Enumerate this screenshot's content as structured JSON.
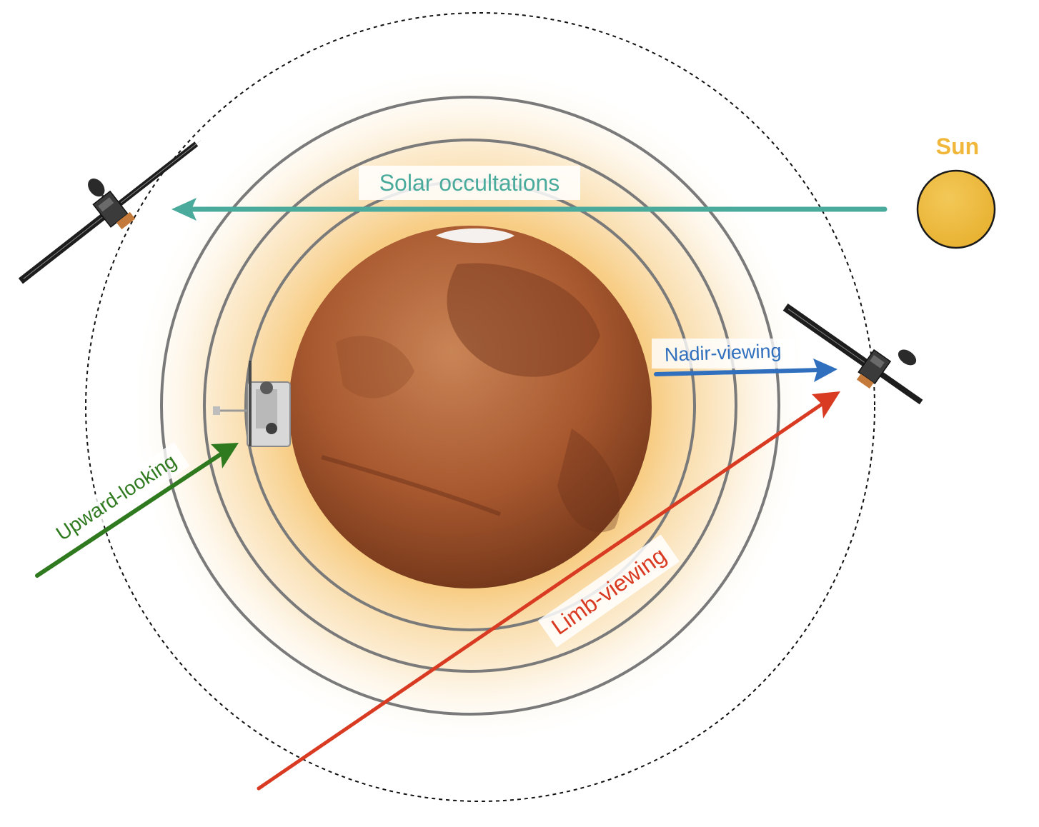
{
  "labels": {
    "sun": "Sun",
    "solar_occultations": "Solar occultations",
    "nadir_viewing": "Nadir-viewing",
    "upward_looking": "Upward-looking",
    "limb_viewing": "Limb-viewing"
  },
  "colors": {
    "sun_label": "#f0b73a",
    "sun_fill": "#efbc3f",
    "solar": "#4aab9d",
    "nadir": "#2f6fbd",
    "upward": "#2f7a1f",
    "limb": "#d93a22",
    "rings": "#7a7a7a",
    "atmosphere": "#f6c46f",
    "mars": "#b5653a"
  },
  "icons": {
    "orbiter": "satellite-icon",
    "lander": "lander-icon",
    "planet": "mars-icon",
    "star": "sun-icon"
  }
}
